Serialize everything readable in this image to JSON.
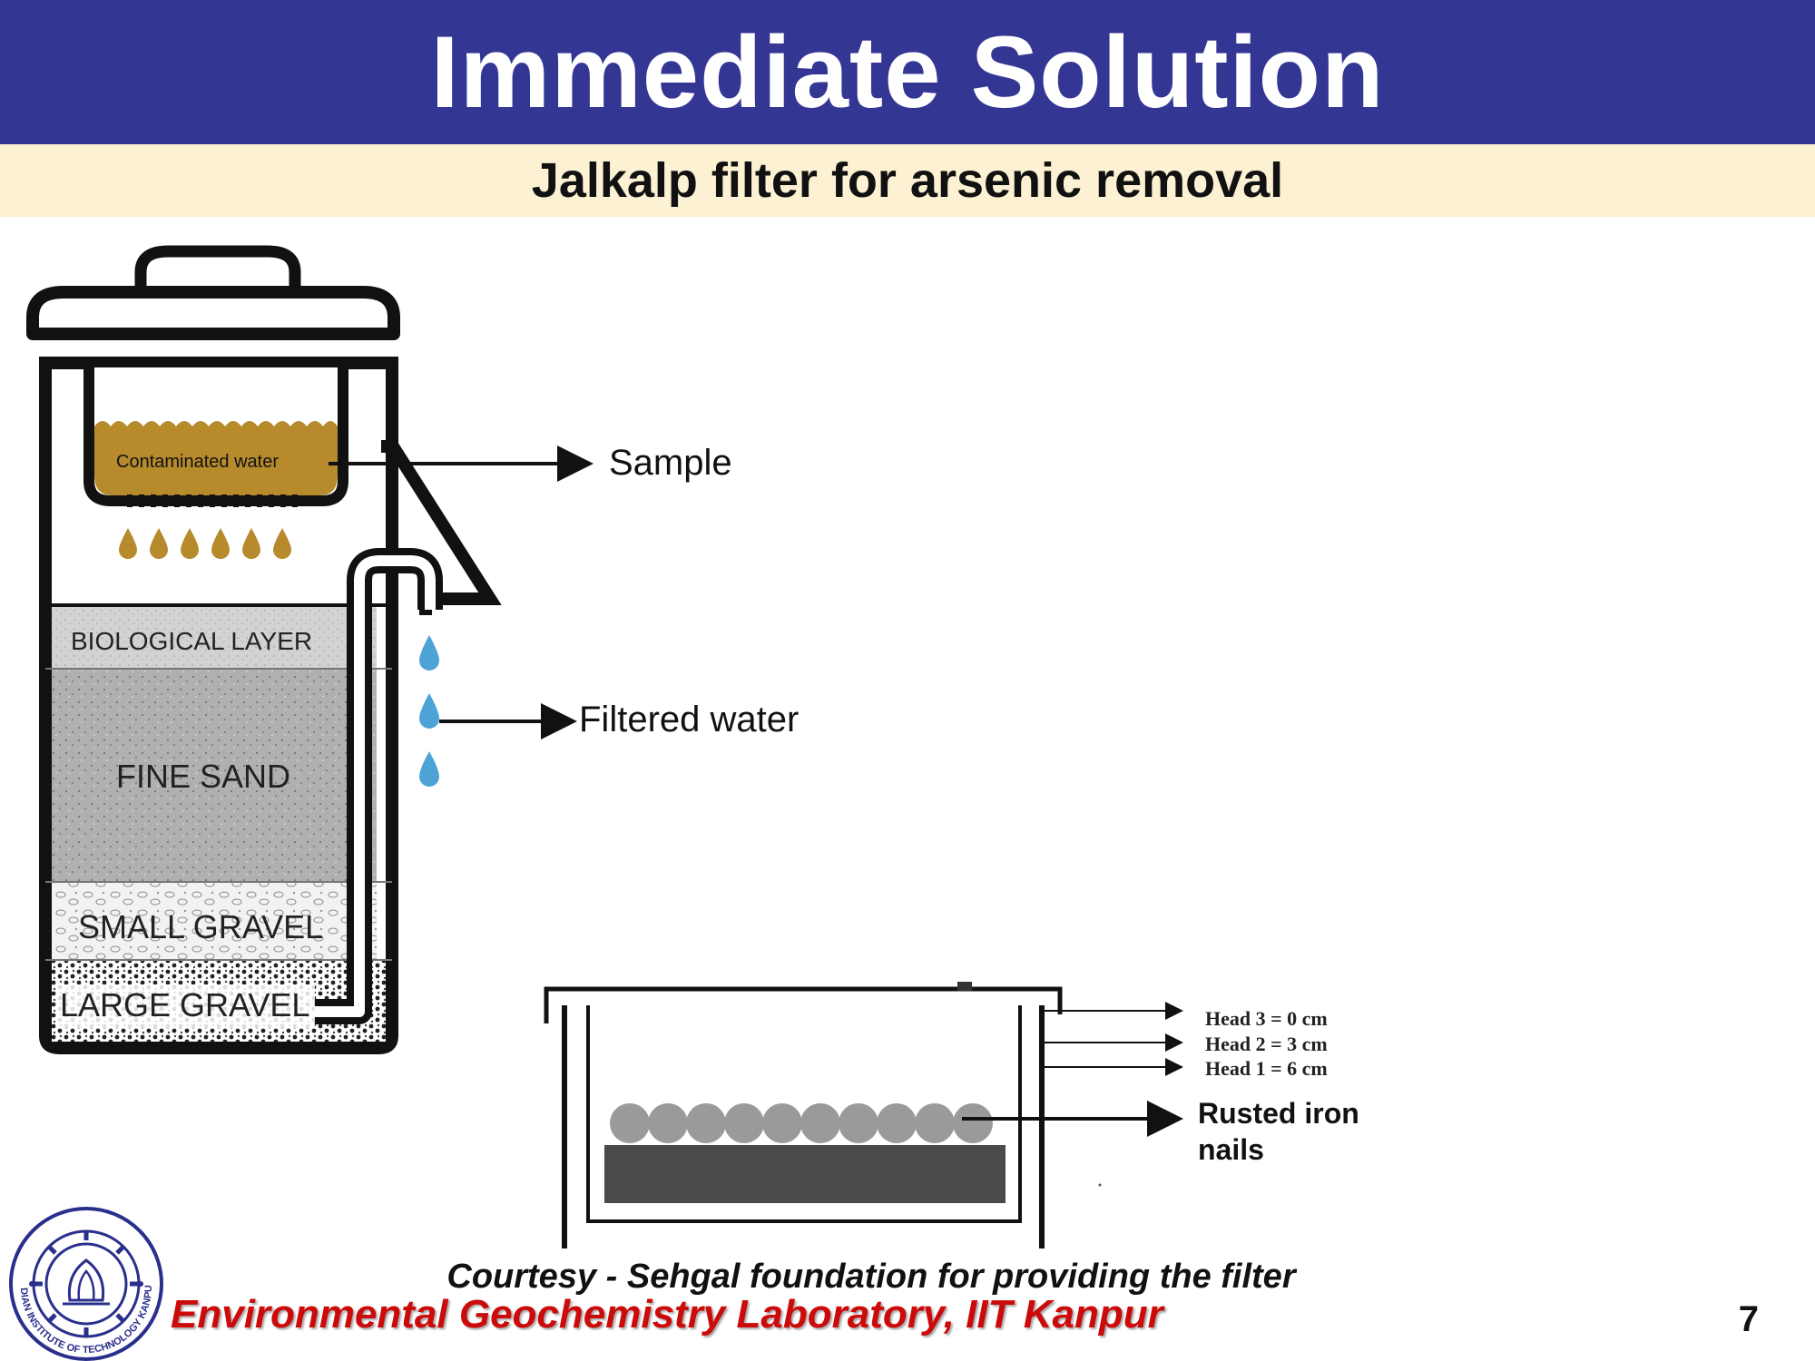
{
  "slide": {
    "title": "Immediate Solution",
    "subtitle": "Jalkalp filter for arsenic removal",
    "page_number": "7"
  },
  "filter_diagram": {
    "layers": {
      "contaminated": "Contaminated water",
      "biological": "BIOLOGICAL LAYER",
      "fine_sand": "FINE SAND",
      "small_gravel": "SMALL GRAVEL",
      "large_gravel": "LARGE GRAVEL"
    },
    "callouts": {
      "sample": "Sample",
      "filtered": "Filtered water"
    },
    "colors": {
      "outline": "#111111",
      "contaminated_water": "#b78a2c",
      "filtered_drop": "#4ea3d6",
      "fine_sand": "#b0b0b0",
      "biological": "#d2d2d2"
    }
  },
  "nail_diagram": {
    "heads": [
      "Head 3 = 0 cm",
      "Head 2 = 3 cm",
      "Head 1 = 6 cm"
    ],
    "nails_label_line1": "Rusted iron",
    "nails_label_line2": "nails"
  },
  "footer": {
    "courtesy": "Courtesy - Sehgal foundation for providing the filter",
    "lab": "Environmental Geochemistry Laboratory, IIT Kanpur"
  },
  "logo": {
    "text": "INDIAN INSTITUTE OF TECHNOLOGY KANPUR"
  }
}
